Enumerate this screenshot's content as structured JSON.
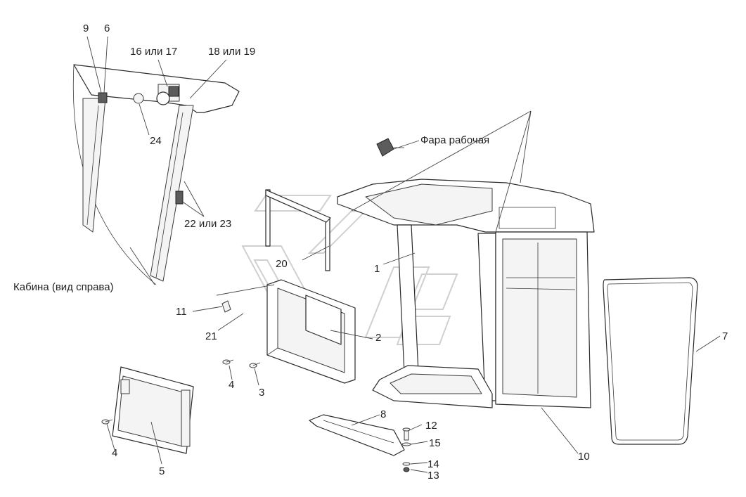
{
  "labels": {
    "l9": "9",
    "l6": "6",
    "l16": "16 или 17",
    "l18": "18 или 19",
    "l24": "24",
    "lfara": "Фара рабочая",
    "l22": "22 или 23",
    "l20": "20",
    "l1": "1",
    "lcab": "Кабина (вид справа)",
    "l11": "11",
    "l21": "21",
    "l2": "2",
    "l7": "7",
    "l4a": "4",
    "l3": "3",
    "l8": "8",
    "l12": "12",
    "l15": "15",
    "l14": "14",
    "l13": "13",
    "l4b": "4",
    "l5": "5",
    "l10": "10"
  },
  "colors": {
    "line": "#2a2a2a",
    "watermark": "#d0d0d0",
    "background": "#ffffff"
  }
}
